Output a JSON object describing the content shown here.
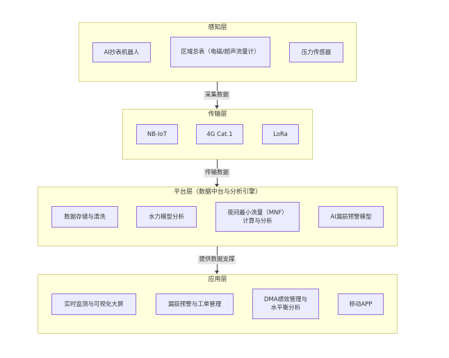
{
  "layers": {
    "perception": {
      "title": "感知层",
      "nodes": [
        "AI抄表机器人",
        "区域总表（电磁/超声流量计）",
        "压力传感器"
      ]
    },
    "transport": {
      "title": "传输层",
      "nodes": [
        "NB-IoT",
        "4G Cat.1",
        "LoRa"
      ]
    },
    "platform": {
      "title": "平台层（数据中台与分析引擎）",
      "nodes": [
        "数据存储与清洗",
        "水力模型分析",
        "夜间最小流量（MNF）计算与分析",
        "AI漏损预警模型"
      ]
    },
    "application": {
      "title": "应用层",
      "nodes": [
        "实时监测与可视化大屏",
        "漏损预警与工单管理",
        "DMA绩效管理与水平衡分析",
        "移动APP"
      ]
    }
  },
  "edges": {
    "perception_to_transport": "采集数据",
    "transport_to_platform": "传输数据",
    "platform_to_application": "提供数据支撑"
  }
}
